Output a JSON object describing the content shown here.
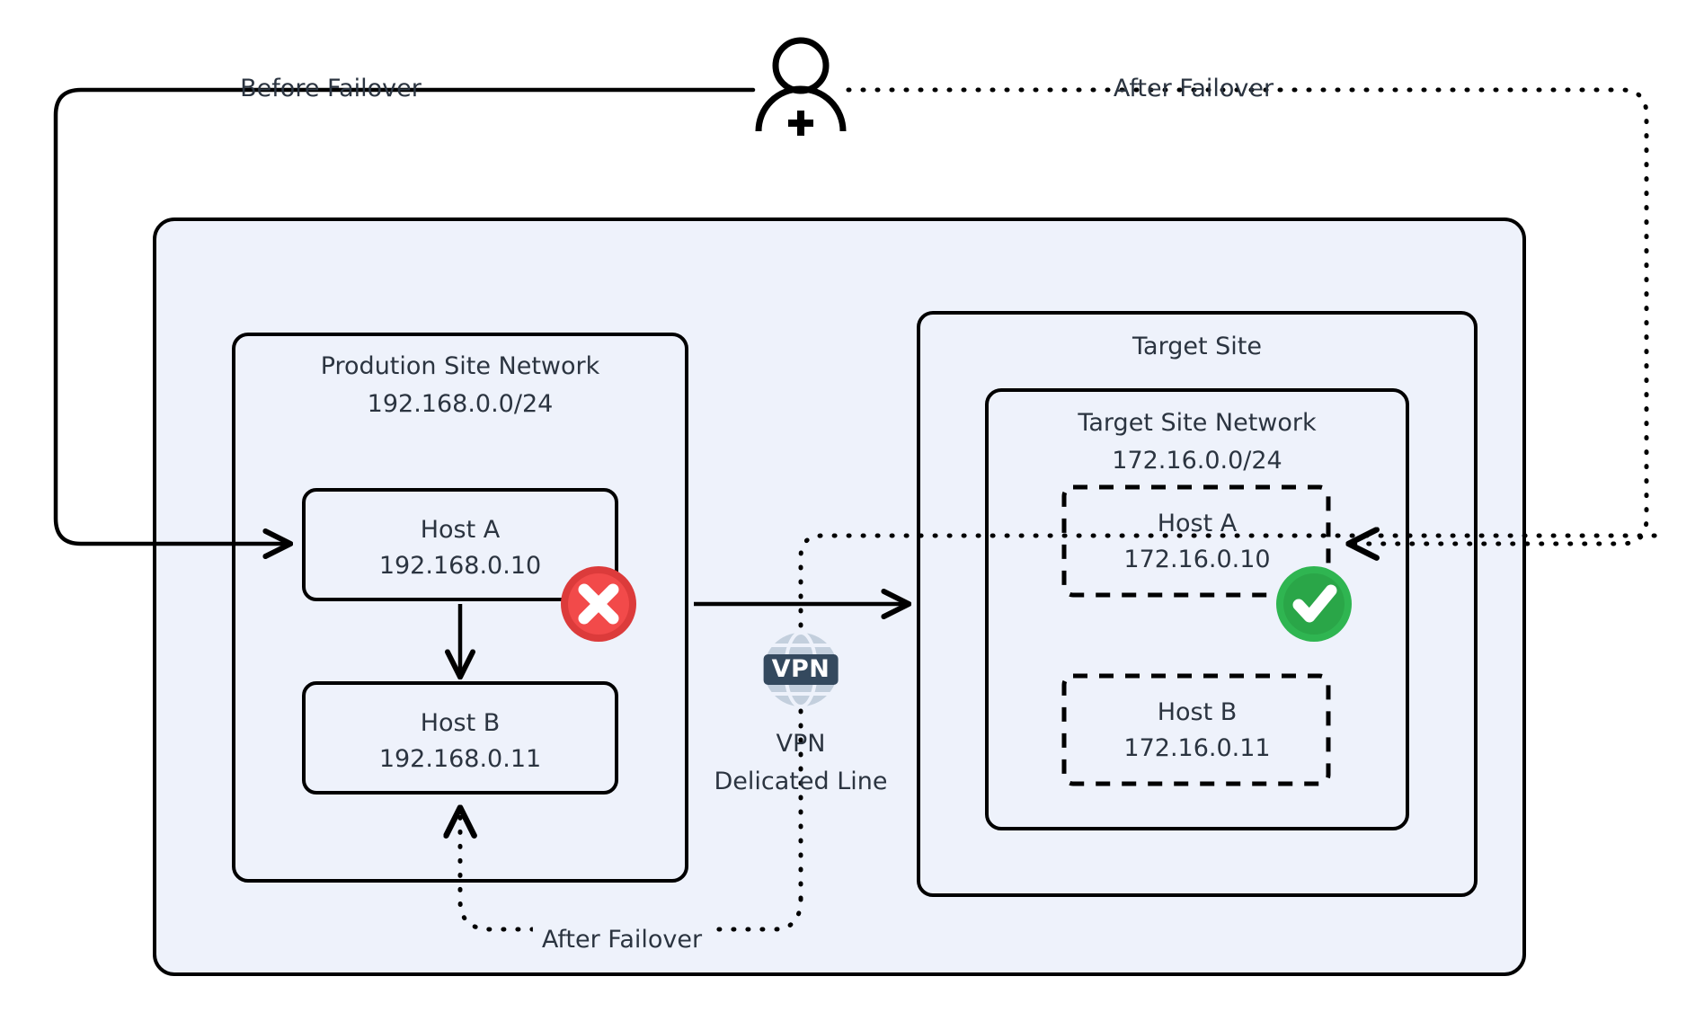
{
  "diagram": {
    "title": "Site failover network diagram",
    "colors": {
      "canvas": "#ffffff",
      "panel_fill": "#eef2fb",
      "stroke": "#000000",
      "text": "#2b3440",
      "fail_red": "#ef4444",
      "fail_red_ring": "#dc3b3b",
      "success_green": "#22a845",
      "success_green_ring": "#2fb551",
      "vpn_badge": "#34495e",
      "globe": "#c3cfdd"
    }
  },
  "actor": {
    "name": "user-add-icon",
    "label": ""
  },
  "edges": {
    "before_failover": "Before Failover",
    "after_failover_top": "After Failover",
    "after_failover_bottom": "After Failover"
  },
  "outer_panel": {
    "label": ""
  },
  "production_site": {
    "title": "Prodution Site Network",
    "subnet": "192.168.0.0/24",
    "hosts": [
      {
        "name": "Host A",
        "ip": "192.168.0.10",
        "status": "failed",
        "status_icon": "cross-circle-icon"
      },
      {
        "name": "Host B",
        "ip": "192.168.0.11",
        "status": "ok",
        "status_icon": ""
      }
    ]
  },
  "target_site": {
    "title": "Target Site",
    "network": {
      "title": "Target Site Network",
      "subnet": "172.16.0.0/24",
      "hosts": [
        {
          "name": "Host A",
          "ip": "172.16.0.10",
          "status": "active",
          "status_icon": "check-circle-icon"
        },
        {
          "name": "Host B",
          "ip": "172.16.0.11",
          "status": "standby",
          "status_icon": ""
        }
      ]
    }
  },
  "vpn": {
    "badge": "VPN",
    "label_line1": "VPN",
    "label_line2": "Delicated Line",
    "icon": "globe-icon"
  }
}
